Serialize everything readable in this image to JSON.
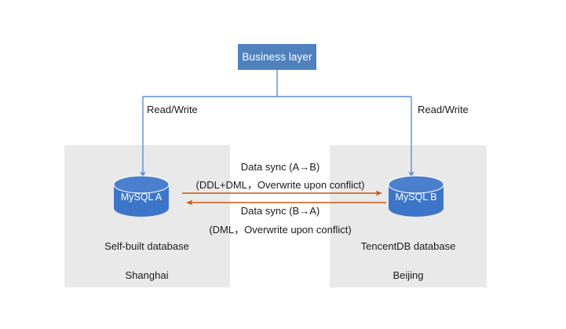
{
  "diagram": {
    "business_layer": {
      "label": "Business layer"
    },
    "connections": {
      "read_write_left": "Read/Write",
      "read_write_right": "Read/Write"
    },
    "sync": {
      "a_to_b_title": "Data sync (A→B)",
      "a_to_b_detail": "(DDL+DML，Overwrite upon conflict)",
      "b_to_a_title": "Data sync (B→A)",
      "b_to_a_detail": "(DML，Overwrite upon conflict)"
    },
    "left_zone": {
      "database_label": "MySQL A",
      "database_type": "Self-built database",
      "region": "Shanghai"
    },
    "right_zone": {
      "database_label": "MySQL B",
      "database_type": "TencentDB database",
      "region": "Beijing"
    },
    "colors": {
      "accent_blue": "#4f81bd",
      "connector_blue": "#5b8fd1",
      "sync_orange": "#c55a11",
      "zone_gray": "#e9e9e9",
      "text": "#1a1a1a"
    }
  }
}
